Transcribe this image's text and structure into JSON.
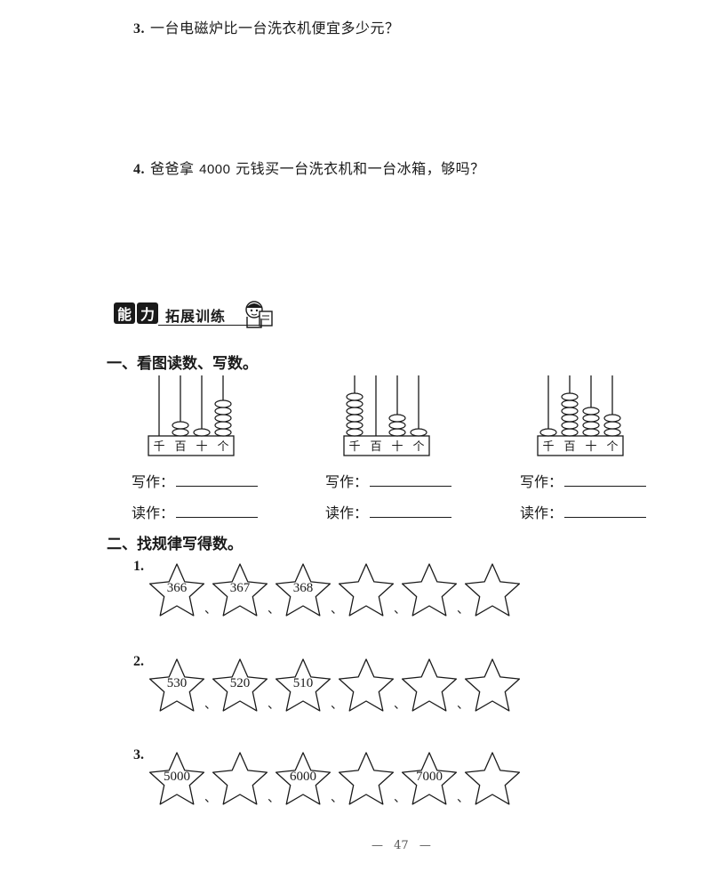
{
  "questions": [
    {
      "num": "3.",
      "text": "一台电磁炉比一台洗衣机便宜多少元？"
    },
    {
      "num": "4.",
      "pre": "爸爸拿",
      "amount": "4000",
      "post": "元钱买一台洗衣机和一台冰箱，够吗？"
    }
  ],
  "banner": {
    "c1": "能",
    "c2": "力",
    "text": "拓展训练"
  },
  "sec1": {
    "title": "一、看图读数、写数。"
  },
  "abacus_labels": [
    "千",
    "百",
    "十",
    "个"
  ],
  "abacus": [
    {
      "beads": [
        0,
        2,
        1,
        5
      ]
    },
    {
      "beads": [
        6,
        0,
        3,
        1
      ]
    },
    {
      "beads": [
        1,
        6,
        4,
        3
      ]
    }
  ],
  "write_label": "写作：",
  "read_label": "读作：",
  "sec2": {
    "title": "二、找规律写得数。"
  },
  "separator": "、",
  "sequences": [
    {
      "num": "1.",
      "values": [
        "366",
        "367",
        "368",
        "",
        "",
        ""
      ]
    },
    {
      "num": "2.",
      "values": [
        "530",
        "520",
        "510",
        "",
        "",
        ""
      ]
    },
    {
      "num": "3.",
      "values": [
        "5000",
        "",
        "6000",
        "",
        "7000",
        ""
      ]
    }
  ],
  "footer": {
    "page": "47",
    "dash": "—"
  }
}
